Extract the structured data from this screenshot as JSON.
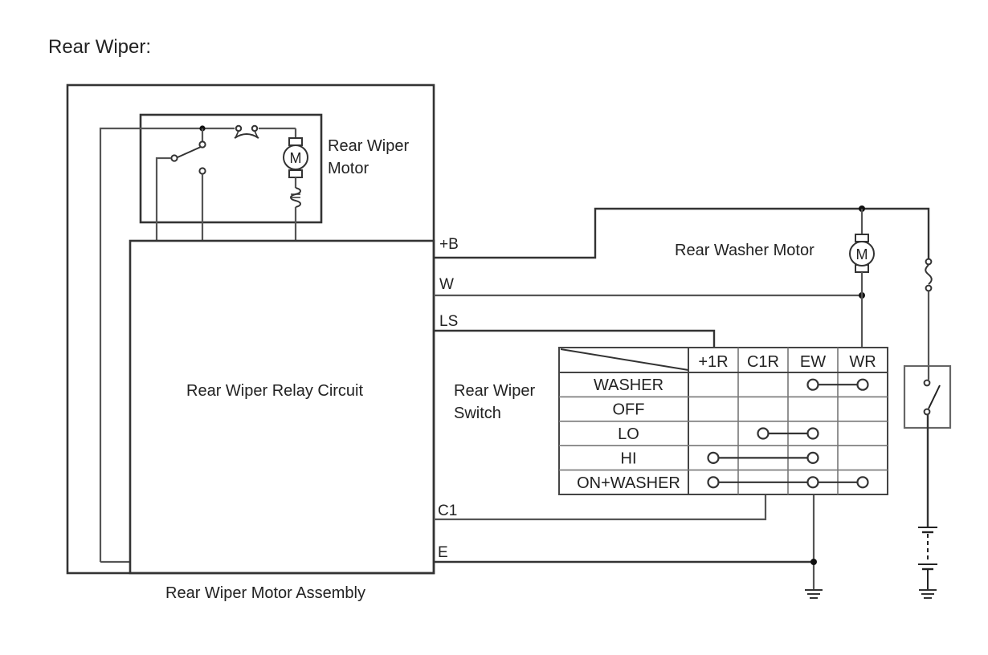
{
  "title": "Rear Wiper:",
  "components": {
    "motor_assembly": "Rear Wiper Motor Assembly",
    "relay_circuit": "Rear Wiper Relay Circuit",
    "wiper_motor": [
      "Rear Wiper",
      "Motor"
    ],
    "washer_motor": "Rear Washer Motor",
    "wiper_switch": [
      "Rear Wiper",
      "Switch"
    ],
    "motor_symbol": "M"
  },
  "pins": {
    "b": "+B",
    "w": "W",
    "ls": "LS",
    "c1": "C1",
    "e": "E"
  },
  "switch_table": {
    "columns": [
      "+1R",
      "C1R",
      "EW",
      "WR"
    ],
    "rows": [
      {
        "label": "WASHER",
        "connected": [
          "EW",
          "WR"
        ]
      },
      {
        "label": "OFF",
        "connected": []
      },
      {
        "label": "LO",
        "connected": [
          "C1R",
          "EW"
        ]
      },
      {
        "label": "HI",
        "connected": [
          "+1R",
          "EW"
        ]
      },
      {
        "label": "ON+WASHER",
        "connected": [
          "+1R",
          "EW",
          "WR"
        ]
      }
    ]
  }
}
